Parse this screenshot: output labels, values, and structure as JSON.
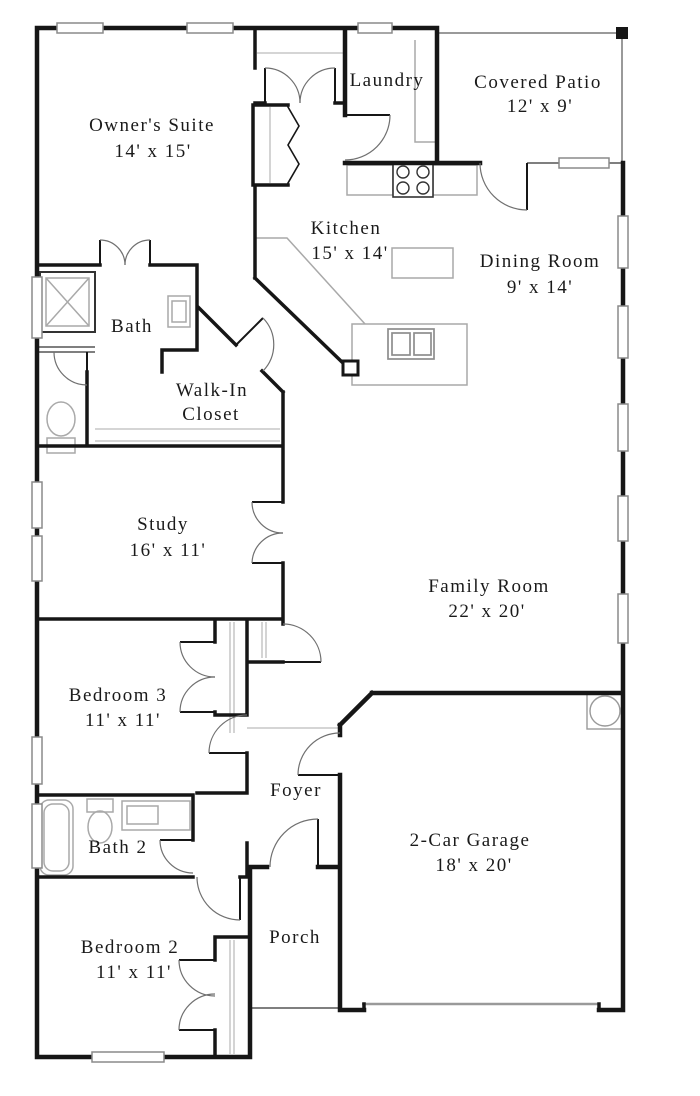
{
  "plan": {
    "type": "residential-floor-plan",
    "rooms": {
      "owners_suite": {
        "name": "Owner's Suite",
        "dims": "14' x 15'"
      },
      "laundry": {
        "name": "Laundry"
      },
      "covered_patio": {
        "name": "Covered Patio",
        "dims": "12' x 9'"
      },
      "kitchen": {
        "name": "Kitchen",
        "dims": "15' x 14'"
      },
      "dining_room": {
        "name": "Dining Room",
        "dims": "9' x 14'"
      },
      "bath": {
        "name": "Bath"
      },
      "walk_in_closet": {
        "name": "Walk-In Closet",
        "lines": [
          "Walk-In",
          "Closet"
        ]
      },
      "study": {
        "name": "Study",
        "dims": "16' x 11'"
      },
      "family_room": {
        "name": "Family Room",
        "dims": "22' x 20'"
      },
      "bedroom_3": {
        "name": "Bedroom 3",
        "dims": "11' x 11'"
      },
      "foyer": {
        "name": "Foyer"
      },
      "garage": {
        "name": "2-Car Garage",
        "dims": "18' x 20'"
      },
      "bath_2": {
        "name": "Bath 2"
      },
      "bedroom_2": {
        "name": "Bedroom 2",
        "dims": "11' x 11'"
      },
      "porch": {
        "name": "Porch"
      }
    },
    "fixtures": [
      "shower",
      "toilet",
      "vanity-sink",
      "bathtub",
      "stove",
      "kitchen-island",
      "double-sink",
      "pantry",
      "water-heater",
      "closet-rod",
      "garage-door",
      "windows"
    ],
    "colors": {
      "wall": "#161616",
      "thin_wall": "#9a9a9a",
      "fixture": "#a9a9a9",
      "window_stroke": "#8a8a8a",
      "text": "#1a1a1a",
      "background": "#ffffff"
    }
  }
}
